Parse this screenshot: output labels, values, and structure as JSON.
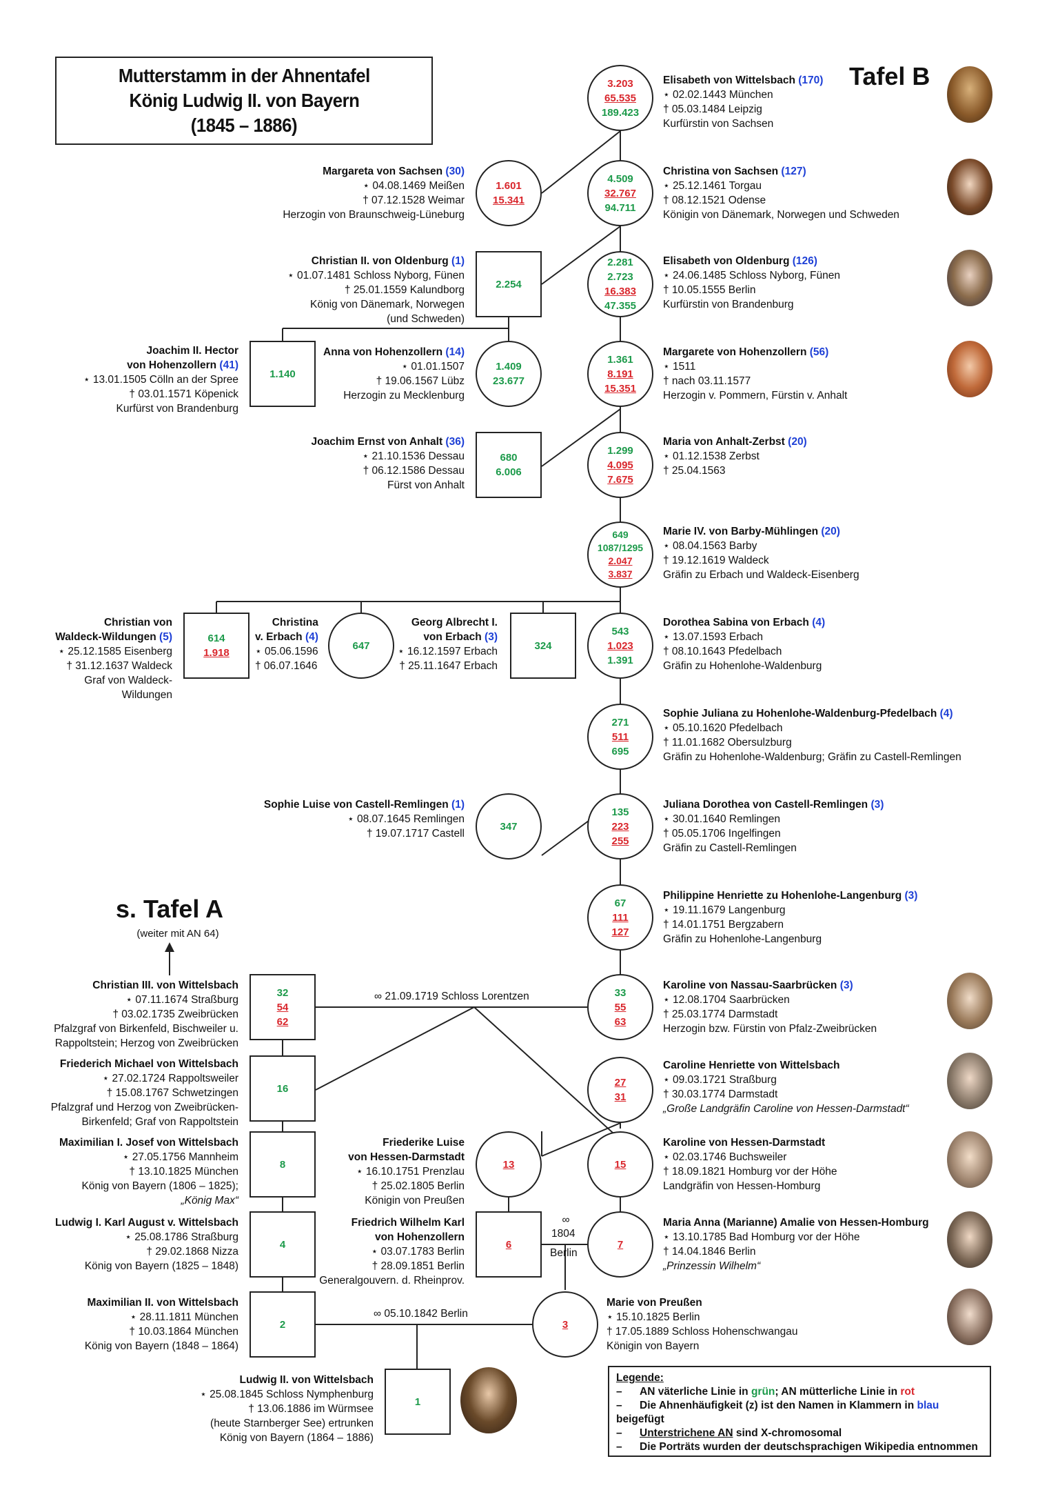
{
  "title": {
    "line1": "Mutterstamm in der Ahnentafel",
    "line2": "König Ludwig II. von Bayern",
    "line3": "(1845 – 1886)"
  },
  "tafel_b": "Tafel B",
  "tafel_a": "s. Tafel A",
  "tafel_a_sub": "(weiter mit AN 64)",
  "marriages": {
    "m1719": "∞ 21.09.1719 Schloss Lorentzen",
    "m1804_symbol": "∞",
    "m1804_year": "1804",
    "m1804_place": "Berlin",
    "m1842": "∞ 05.10.1842 Berlin"
  },
  "nodes": {
    "n1": [
      "3.203",
      "65.535",
      "189.423"
    ],
    "n2": [
      "4.509",
      "32.767",
      "94.711"
    ],
    "n3": [
      "1.601",
      "15.341"
    ],
    "n4": [
      "2.254"
    ],
    "n5": [
      "2.281",
      "2.723",
      "16.383",
      "47.355"
    ],
    "n6": [
      "1.140"
    ],
    "n7": [
      "1.409",
      "23.677"
    ],
    "n8": [
      "1.361",
      "8.191",
      "15.351"
    ],
    "n9": [
      "680",
      "6.006"
    ],
    "n10": [
      "1.299",
      "4.095",
      "7.675"
    ],
    "n11": [
      "649",
      "1087/1295",
      "2.047",
      "3.837"
    ],
    "n12": [
      "614",
      "1.918"
    ],
    "n13": [
      "647"
    ],
    "n14": [
      "324"
    ],
    "n15": [
      "543",
      "1.023",
      "1.391"
    ],
    "n16": [
      "271",
      "511",
      "695"
    ],
    "n17": [
      "347"
    ],
    "n18": [
      "135",
      "223",
      "255"
    ],
    "n19": [
      "67",
      "111",
      "127"
    ],
    "n20": [
      "32",
      "54",
      "62"
    ],
    "n21": [
      "33",
      "55",
      "63"
    ],
    "n22": [
      "16"
    ],
    "n23": [
      "27",
      "31"
    ],
    "n24": [
      "8"
    ],
    "n25": [
      "13"
    ],
    "n26": [
      "15"
    ],
    "n27": [
      "4"
    ],
    "n28": [
      "6"
    ],
    "n29": [
      "7"
    ],
    "n30": [
      "2"
    ],
    "n31": [
      "3"
    ],
    "n32": [
      "1"
    ]
  },
  "people": {
    "p1": {
      "name": "Elisabeth von Wittelsbach",
      "count": "(170)",
      "lines": [
        "⋆ 02.02.1443 München",
        "† 05.03.1484 Leipzig",
        "Kurfürstin von Sachsen"
      ]
    },
    "p2": {
      "name": "Christina von Sachsen",
      "count": "(127)",
      "lines": [
        "⋆ 25.12.1461 Torgau",
        "† 08.12.1521 Odense",
        "Königin von Dänemark, Norwegen und Schweden"
      ]
    },
    "p3": {
      "name": "Margareta von Sachsen",
      "count": "(30)",
      "lines": [
        "⋆ 04.08.1469 Meißen",
        "† 07.12.1528 Weimar",
        "Herzogin von Braunschweig-Lüneburg"
      ]
    },
    "p4": {
      "name": "Christian II. von Oldenburg",
      "count": "(1)",
      "lines": [
        "⋆ 01.07.1481 Schloss Nyborg, Fünen",
        "† 25.01.1559 Kalundborg",
        "König von Dänemark, Norwegen",
        "(und Schweden)"
      ]
    },
    "p5": {
      "name": "Elisabeth von Oldenburg",
      "count": "(126)",
      "lines": [
        "⋆ 24.06.1485 Schloss Nyborg, Fünen",
        "† 10.05.1555 Berlin",
        "Kurfürstin von Brandenburg"
      ]
    },
    "p6": {
      "name1": "Joachim II. Hector",
      "name": "von Hohenzollern",
      "count": "(41)",
      "lines": [
        "⋆ 13.01.1505 Cölln an der Spree",
        "† 03.01.1571 Köpenick",
        "Kurfürst von Brandenburg"
      ]
    },
    "p7": {
      "name": "Anna von Hohenzollern",
      "count": "(14)",
      "lines": [
        "⋆ 01.01.1507",
        "† 19.06.1567 Lübz",
        "Herzogin zu Mecklenburg"
      ]
    },
    "p8": {
      "name": "Margarete von Hohenzollern",
      "count": "(56)",
      "lines": [
        "⋆ 1511",
        "† nach 03.11.1577",
        "Herzogin v. Pommern, Fürstin v. Anhalt"
      ]
    },
    "p9": {
      "name": "Joachim Ernst von Anhalt",
      "count": "(36)",
      "lines": [
        "⋆ 21.10.1536 Dessau",
        "† 06.12.1586 Dessau",
        "Fürst von Anhalt"
      ]
    },
    "p10": {
      "name": "Maria von Anhalt-Zerbst",
      "count": "(20)",
      "lines": [
        "⋆ 01.12.1538 Zerbst",
        "† 25.04.1563"
      ]
    },
    "p11": {
      "name": "Marie IV. von Barby-Mühlingen",
      "count": "(20)",
      "lines": [
        "⋆ 08.04.1563 Barby",
        "† 19.12.1619 Waldeck",
        "Gräfin zu Erbach und Waldeck-Eisenberg"
      ]
    },
    "p12": {
      "name1": "Christian von",
      "name": "Waldeck-Wildungen",
      "count": "(5)",
      "lines": [
        "⋆ 25.12.1585 Eisenberg",
        "† 31.12.1637 Waldeck",
        "Graf von Waldeck-",
        "Wildungen"
      ]
    },
    "p13": {
      "name1": "Christina",
      "name": "v. Erbach",
      "count": "(4)",
      "lines": [
        "⋆ 05.06.1596",
        "† 06.07.1646"
      ]
    },
    "p14": {
      "name1": "Georg Albrecht I.",
      "name": "von Erbach",
      "count": "(3)",
      "lines": [
        "⋆ 16.12.1597 Erbach",
        "† 25.11.1647 Erbach"
      ]
    },
    "p15": {
      "name": "Dorothea Sabina von Erbach",
      "count": "(4)",
      "lines": [
        "⋆ 13.07.1593 Erbach",
        "† 08.10.1643 Pfedelbach",
        "Gräfin zu Hohenlohe-Waldenburg"
      ]
    },
    "p16": {
      "name": "Sophie Juliana zu Hohenlohe-Waldenburg-Pfedelbach",
      "count": "(4)",
      "lines": [
        "⋆ 05.10.1620 Pfedelbach",
        "† 11.01.1682 Obersulzburg",
        "Gräfin zu Hohenlohe-Waldenburg; Gräfin zu Castell-Remlingen"
      ]
    },
    "p17": {
      "name": "Sophie Luise von Castell-Remlingen",
      "count": "(1)",
      "lines": [
        "⋆ 08.07.1645 Remlingen",
        "† 19.07.1717 Castell"
      ]
    },
    "p18": {
      "name": "Juliana Dorothea von Castell-Remlingen",
      "count": "(3)",
      "lines": [
        "⋆ 30.01.1640 Remlingen",
        "† 05.05.1706 Ingelfingen",
        "Gräfin zu Castell-Remlingen"
      ]
    },
    "p19": {
      "name": "Philippine Henriette zu Hohenlohe-Langenburg",
      "count": "(3)",
      "lines": [
        "⋆ 19.11.1679 Langenburg",
        "† 14.01.1751 Bergzabern",
        "Gräfin zu Hohenlohe-Langenburg"
      ]
    },
    "p20": {
      "name": "Christian III. von Wittelsbach",
      "lines": [
        "⋆ 07.11.1674 Straßburg",
        "† 03.02.1735 Zweibrücken",
        "Pfalzgraf von Birkenfeld, Bischweiler u.",
        "Rappoltstein; Herzog von Zweibrücken"
      ]
    },
    "p21": {
      "name": "Karoline von Nassau-Saarbrücken",
      "count": "(3)",
      "lines": [
        "⋆ 12.08.1704 Saarbrücken",
        "† 25.03.1774 Darmstadt",
        "Herzogin bzw. Fürstin von Pfalz-Zweibrücken"
      ]
    },
    "p22": {
      "name": "Friederich Michael von Wittelsbach",
      "lines": [
        "⋆ 27.02.1724 Rappoltsweiler",
        "† 15.08.1767 Schwetzingen",
        "Pfalzgraf und Herzog von Zweibrücken-",
        "Birkenfeld; Graf von Rappoltstein"
      ]
    },
    "p23": {
      "name": "Caroline Henriette von Wittelsbach",
      "lines": [
        "⋆ 09.03.1721 Straßburg",
        "† 30.03.1774 Darmstadt"
      ],
      "italic": "„Große Landgräfin Caroline von Hessen-Darmstadt“"
    },
    "p24": {
      "name": "Maximilian I. Josef von Wittelsbach",
      "lines": [
        "⋆ 27.05.1756 Mannheim",
        "† 13.10.1825 München",
        "König von Bayern (1806 – 1825);"
      ],
      "italic": "„König Max“"
    },
    "p25": {
      "name1": "Friederike Luise",
      "name": "von Hessen-Darmstadt",
      "lines": [
        "⋆ 16.10.1751 Prenzlau",
        "† 25.02.1805 Berlin",
        "Königin von Preußen"
      ]
    },
    "p26": {
      "name": "Karoline von Hessen-Darmstadt",
      "lines": [
        "⋆ 02.03.1746 Buchsweiler",
        "† 18.09.1821 Homburg vor der Höhe",
        "Landgräfin von Hessen-Homburg"
      ]
    },
    "p27": {
      "name": "Ludwig I. Karl August v. Wittelsbach",
      "lines": [
        "⋆ 25.08.1786 Straßburg",
        "† 29.02.1868 Nizza",
        "König von Bayern (1825 – 1848)"
      ]
    },
    "p28": {
      "name1": "Friedrich Wilhelm Karl",
      "name": "von Hohenzollern",
      "lines": [
        "⋆ 03.07.1783 Berlin",
        "† 28.09.1851 Berlin",
        "Generalgouvern. d. Rheinprov."
      ]
    },
    "p29": {
      "name": "Maria Anna (Marianne) Amalie von Hessen-Homburg",
      "lines": [
        "⋆ 13.10.1785 Bad Homburg vor der Höhe",
        "† 14.04.1846 Berlin"
      ],
      "italic": "„Prinzessin Wilhelm“"
    },
    "p30": {
      "name": "Maximilian II. von Wittelsbach",
      "lines": [
        "⋆ 28.11.1811 München",
        "† 10.03.1864 München",
        "König von Bayern (1848 – 1864)"
      ]
    },
    "p31": {
      "name": "Marie von Preußen",
      "lines": [
        "⋆ 15.10.1825 Berlin",
        "† 17.05.1889 Schloss Hohenschwangau",
        "Königin von Bayern"
      ]
    },
    "p32": {
      "name": "Ludwig II. von Wittelsbach",
      "lines": [
        "⋆ 25.08.1845 Schloss Nymphenburg",
        "† 13.06.1886 im Würmsee",
        "(heute Starnberger See) ertrunken",
        "König von Bayern (1864 – 1886)"
      ]
    }
  },
  "legend": {
    "heading": "Legende:",
    "item1_a": "AN väterliche Linie in ",
    "item1_g": "grün",
    "item1_b": "; AN mütterliche Linie in ",
    "item1_r": "rot",
    "item2_a": "Die Ahnenhäufigkeit (z) ist den Namen in Klammern in ",
    "item2_b": "blau",
    "item2_c": " beigefügt",
    "item3_u": "Unterstrichene AN",
    "item3_rest": " sind X-chromosomal",
    "item4": "Die Porträts wurden der deutschsprachigen Wikipedia entnommen"
  },
  "colors": {
    "paternal": "#1c9a4a",
    "maternal": "#d9262c",
    "count": "#1d3fd6"
  }
}
